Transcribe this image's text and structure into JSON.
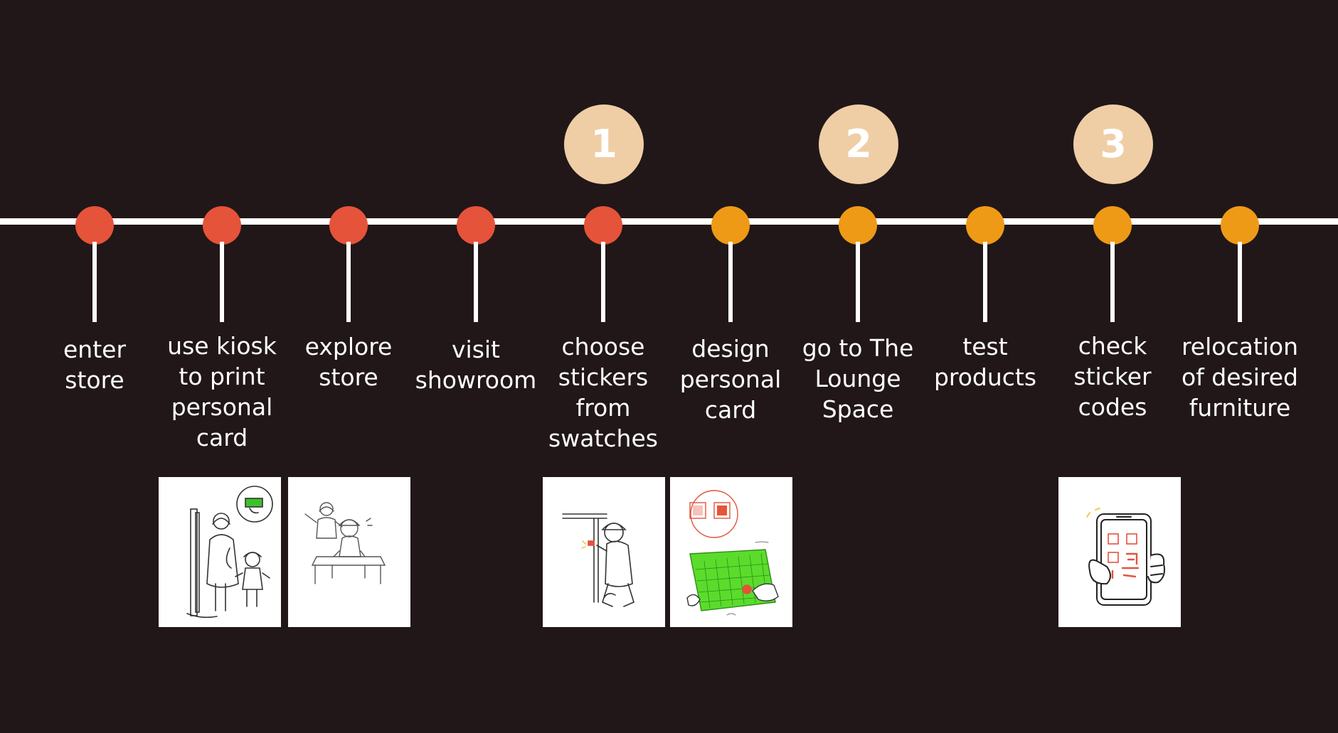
{
  "steps": [
    {
      "label": "enter\nstore",
      "phase": "red"
    },
    {
      "label": "use kiosk\nto print\npersonal\ncard",
      "phase": "red"
    },
    {
      "label": "explore\nstore",
      "phase": "red"
    },
    {
      "label": "visit\nshowroom",
      "phase": "red"
    },
    {
      "label": "choose\nstickers\nfrom\nswatches",
      "phase": "red"
    },
    {
      "label": "design\npersonal\ncard",
      "phase": "orange"
    },
    {
      "label": "go to The\nLounge\nSpace",
      "phase": "orange"
    },
    {
      "label": "test\nproducts",
      "phase": "orange"
    },
    {
      "label": "check\nsticker\ncodes",
      "phase": "orange"
    },
    {
      "label": "relocation\nof desired\nfurniture",
      "phase": "orange"
    }
  ],
  "badges": [
    {
      "number": "1"
    },
    {
      "number": "2"
    },
    {
      "number": "3"
    }
  ],
  "illustrations": [
    {
      "name": "kiosk-illustration"
    },
    {
      "name": "explore-store-illustration"
    },
    {
      "name": "sticker-swatch-illustration"
    },
    {
      "name": "design-card-illustration"
    },
    {
      "name": "scan-code-illustration"
    }
  ],
  "colors": {
    "background": "#211718",
    "line": "#ffffff",
    "node_red": "#e5533a",
    "node_orange": "#ef9a16",
    "badge": "#efcea6"
  }
}
